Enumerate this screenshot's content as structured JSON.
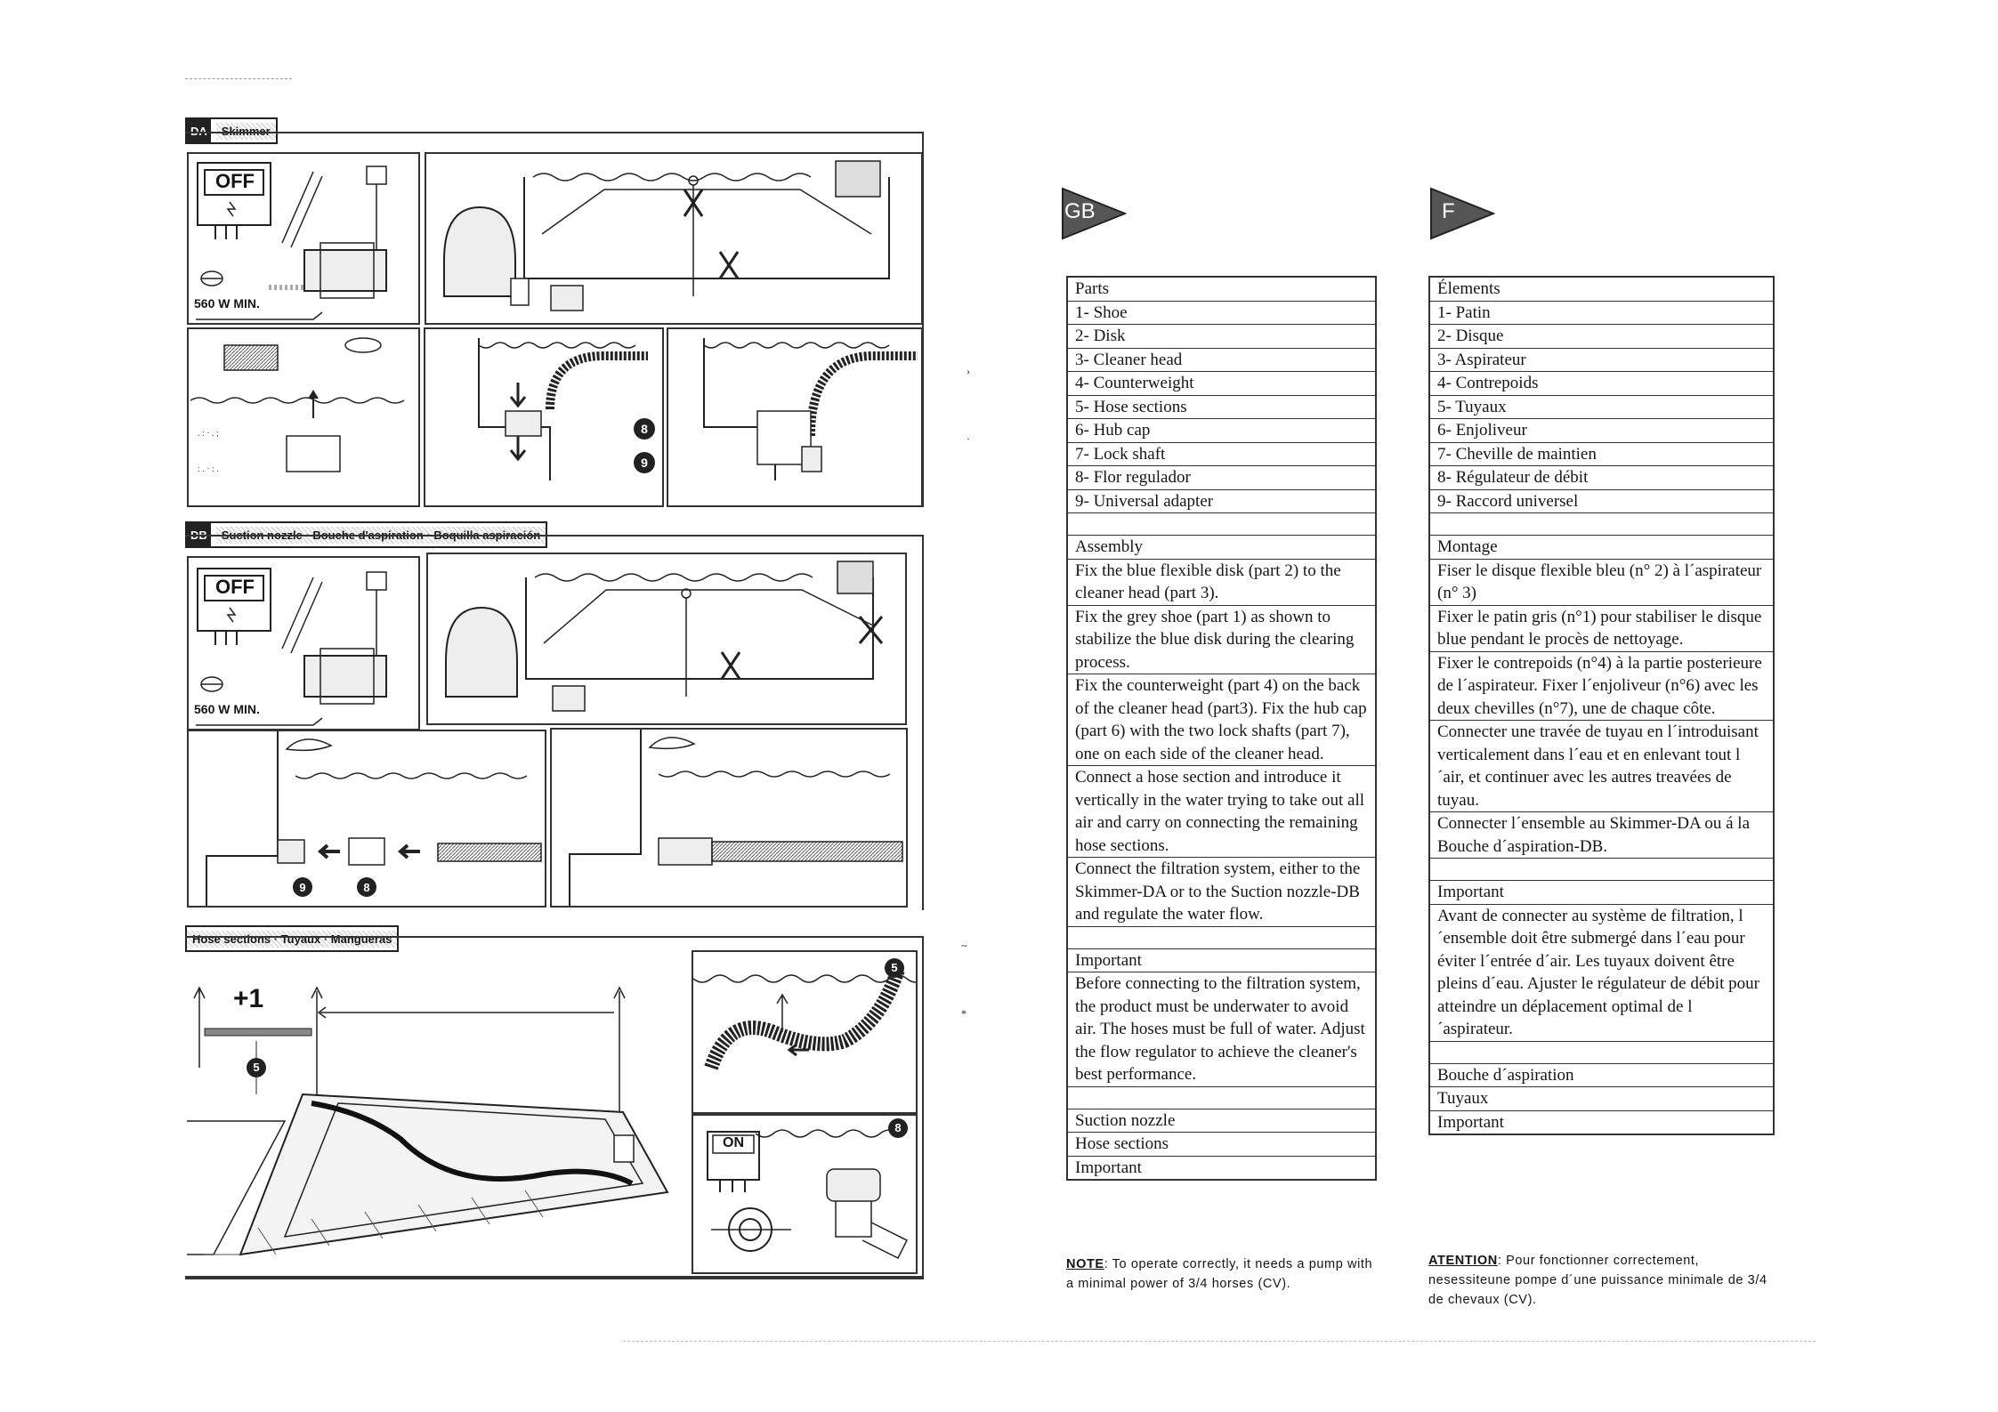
{
  "left": {
    "da": {
      "code": "DA",
      "label": "Skimmer",
      "off_label": "OFF",
      "power_label": "560 W MIN."
    },
    "db": {
      "code": "DB",
      "label": "Suction nozzle · Bouche d'aspiration · Boquilla aspiración",
      "off_label": "OFF",
      "power_label": "560 W MIN."
    },
    "hose": {
      "label": "Hose sections · Tuyaux · Mangueras",
      "plus_one": "+1",
      "on_label": "ON"
    },
    "callouts": {
      "n5": "5",
      "n8": "8",
      "n9": "9"
    }
  },
  "gb": {
    "flag": "GB",
    "rows": [
      "Parts",
      "1- Shoe",
      "2- Disk",
      "3- Cleaner head",
      "4- Counterweight",
      "5- Hose sections",
      "6- Hub cap",
      "7- Lock shaft",
      "8- Flor regulador",
      "9- Universal adapter",
      "",
      "Assembly",
      "Fix the blue flexible disk (part 2) to the cleaner head (part 3).",
      "Fix the grey shoe (part 1) as shown to stabilize the blue disk during the clearing process.",
      "Fix the counterweight (part 4) on the back of the cleaner head (part3). Fix the hub cap (part 6) with the two lock shafts (part 7), one on each side of the cleaner head.",
      "Connect a hose section and introduce it vertically in the water trying to take out all air and carry on connecting the remaining hose sections.",
      "Connect the filtration system, either to the Skimmer-DA or to the Suction nozzle-DB and regulate the water flow.",
      "",
      "Important",
      "Before connecting to the filtration system, the product must be underwater to avoid air. The hoses must be full of water. Adjust the flow regulator to achieve the cleaner's best performance.",
      "",
      "Suction nozzle",
      "Hose sections",
      "Important"
    ],
    "note_label": "NOTE",
    "note_text": ": To operate correctly, it needs a pump with a minimal power of 3/4 horses (CV)."
  },
  "fr": {
    "flag": "F",
    "rows": [
      "Élements",
      "1- Patin",
      "2- Disque",
      "3- Aspirateur",
      "4- Contrepoids",
      "5- Tuyaux",
      "6- Enjoliveur",
      "7- Cheville de maintien",
      "8- Régulateur de débit",
      "9- Raccord universel",
      "",
      "Montage",
      "Fiser le disque flexible bleu (n° 2) à l´aspirateur (n° 3)",
      "Fixer le patin gris (n°1) pour stabiliser le disque blue pendant le procès de nettoyage.",
      "Fixer le contrepoids (n°4) à la partie posterieure de l´aspirateur. Fixer l´enjoliveur (n°6) avec les deux chevilles (n°7), une de chaque côte.",
      "Connecter une travée de tuyau en l´introduisant verticalement dans l´eau et en enlevant tout l´air, et continuer avec les autres treavées de tuyau.",
      "Connecter l´ensemble au Skimmer-DA ou á la Bouche d´aspiration-DB.",
      "",
      "Important",
      "Avant de connecter au système de filtration, l´ensemble doit être submergé dans l´eau pour éviter l´entrée d´air. Les tuyaux doivent être pleins d´eau. Ajuster le régulateur de débit pour atteindre un déplacement optimal de l´aspirateur.",
      "",
      "Bouche d´aspiration",
      "Tuyaux",
      "Important"
    ],
    "note_label": "ATENTION",
    "note_text": ": Pour fonctionner correctement, nesessiteune pompe d´une puissance minimale de 3/4 de chevaux (CV)."
  }
}
